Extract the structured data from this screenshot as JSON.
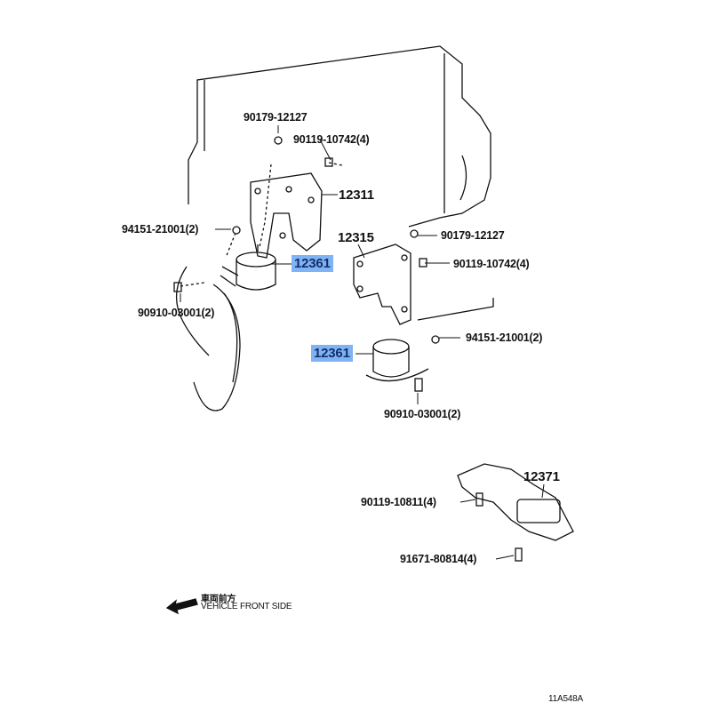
{
  "labels": {
    "top_nut": "90179-12127",
    "top_bolt": "90119-10742(4)",
    "bracket_left": "12311",
    "left_nut": "94151-21001(2)",
    "mount_left": "12361",
    "left_bolt": "90910-03001(2)",
    "bracket_right": "12315",
    "right_nut": "90179-12127",
    "right_bolt": "90119-10742(4)",
    "right_nut2": "94151-21001(2)",
    "mount_right": "12361",
    "right_bolt2": "90910-03001(2)",
    "rear_mount": "12371",
    "rear_bolt": "90119-10811(4)",
    "rear_bolt2": "91671-80814(4)"
  },
  "direction": {
    "jp": "車両前方",
    "en": "VEHICLE FRONT SIDE"
  },
  "figure_id": "11A548A",
  "colors": {
    "highlight": "#80b3f5",
    "highlight_text": "#12306a"
  }
}
